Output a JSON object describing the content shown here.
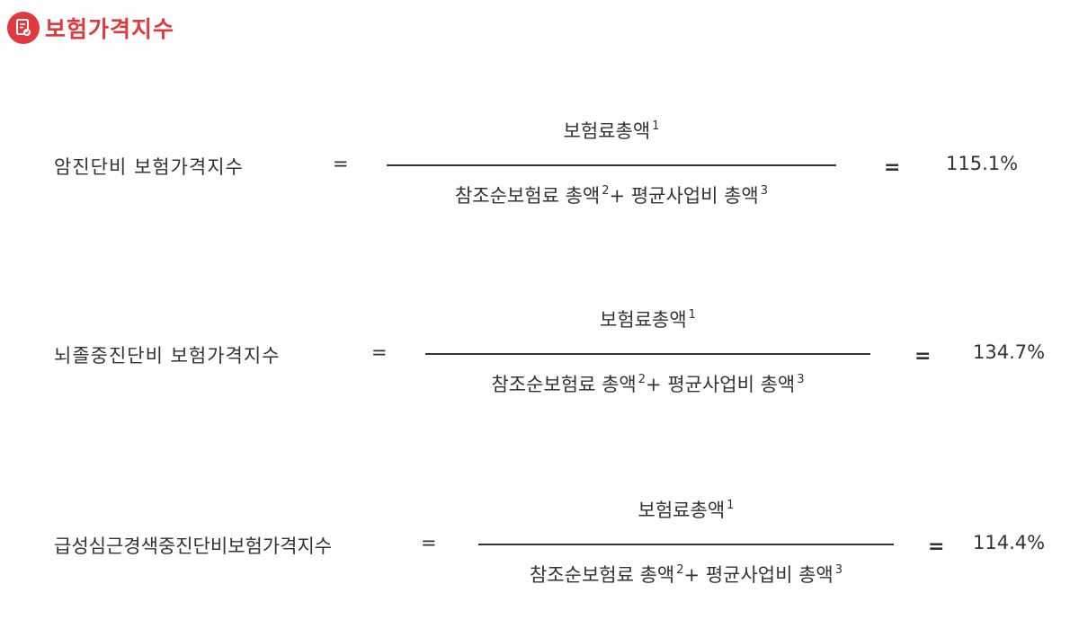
{
  "header": {
    "title": "보험가격지수",
    "accent_color": "#e0393e",
    "icon": "document-check-icon"
  },
  "formulas": [
    {
      "name": "암진단비 보험가격지수",
      "equals": "=",
      "numerator": "보험료총액",
      "numerator_note": "1",
      "denominator_part1": "참조순보험료 총액",
      "denominator_note1": "2",
      "plus": "+",
      "denominator_part2": "평균사업비 총액",
      "denominator_note2": "3",
      "result": "115.1%"
    },
    {
      "name": "뇌졸중진단비 보험가격지수",
      "equals": "=",
      "numerator": "보험료총액",
      "numerator_note": "1",
      "denominator_part1": "참조순보험료 총액",
      "denominator_note1": "2",
      "plus": "+",
      "denominator_part2": "평균사업비 총액",
      "denominator_note2": "3",
      "result": "134.7%"
    },
    {
      "name": "급성심근경색중진단비보험가격지수",
      "equals": "=",
      "numerator": "보험료총액",
      "numerator_note": "1",
      "denominator_part1": "참조순보험료 총액",
      "denominator_note1": "2",
      "plus": "+",
      "denominator_part2": "평균사업비 총액",
      "denominator_note2": "3",
      "result": "114.4%"
    }
  ]
}
